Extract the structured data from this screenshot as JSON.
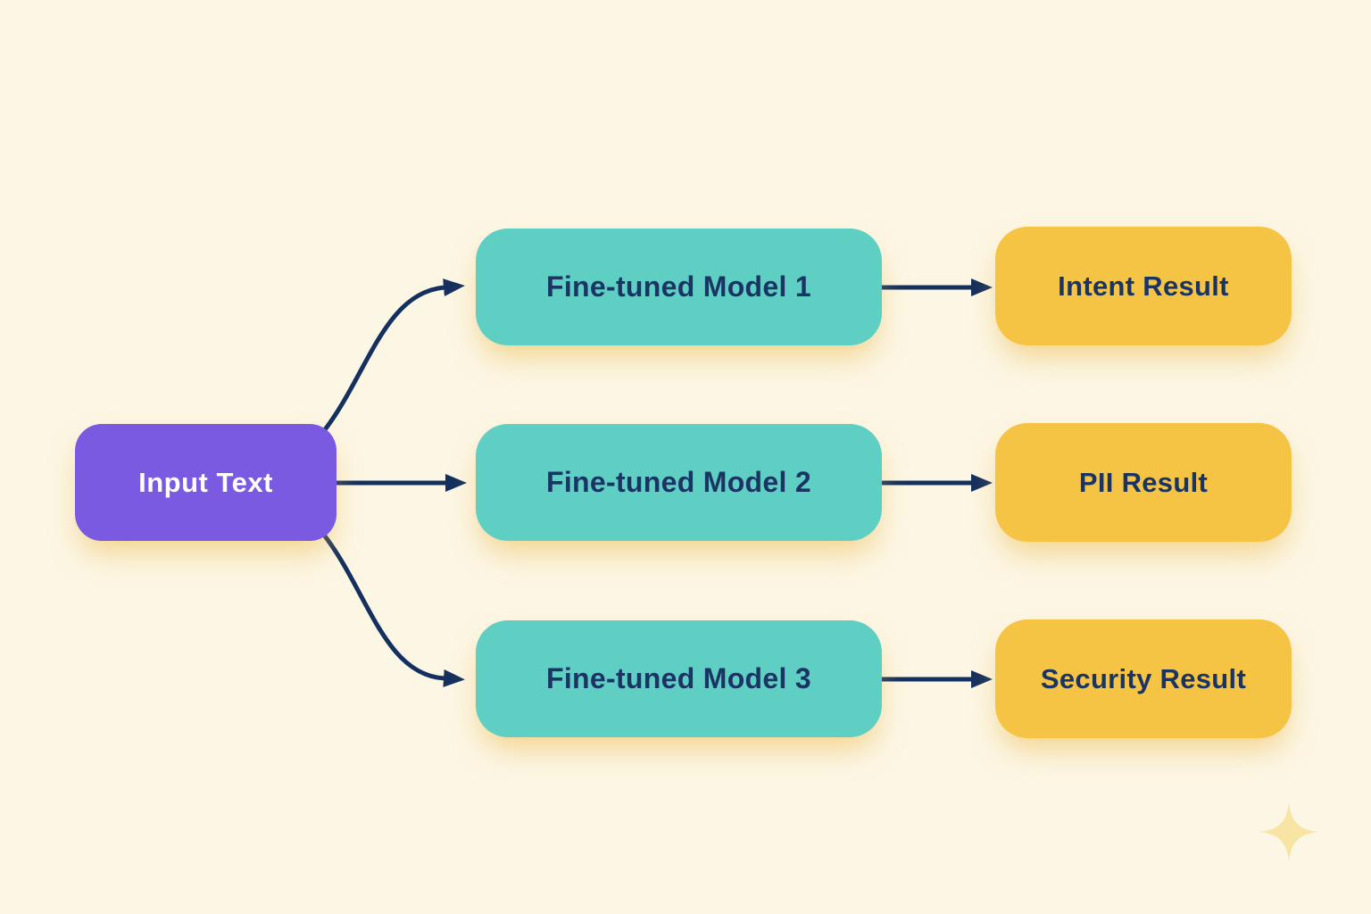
{
  "flow": {
    "input_label": "Input Text",
    "rows": [
      {
        "model_label": "Fine-tuned Model 1",
        "result_label": "Intent Result"
      },
      {
        "model_label": "Fine-tuned Model 2",
        "result_label": "PII Result"
      },
      {
        "model_label": "Fine-tuned Model 3",
        "result_label": "Security Result"
      }
    ]
  },
  "colors": {
    "background": "#FCF6E4",
    "input_node": "#7A5AE0",
    "model_node": "#5FCFC4",
    "result_node": "#F6C445",
    "node_text_dark": "#1A3464",
    "input_text": "#FFFFFF",
    "arrow": "#14305E",
    "sparkle": "#F8E5A4"
  },
  "icons": {
    "sparkle": "sparkle-icon"
  }
}
